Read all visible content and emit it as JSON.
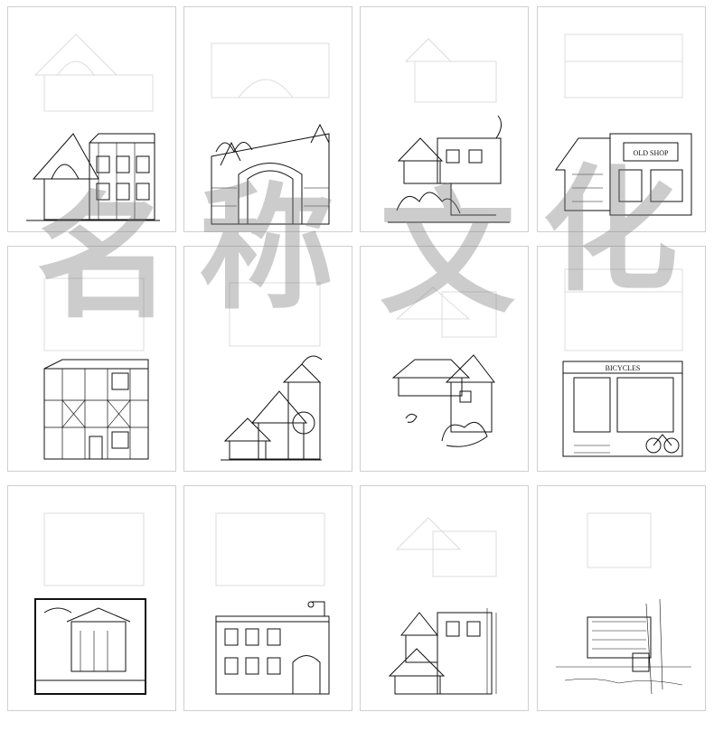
{
  "colors": {
    "ink": "#111111",
    "ghost": "#dcdcdc",
    "card_border": "#cfcfcf",
    "watermark": "#7a7a7a"
  },
  "watermark": {
    "glyphs": [
      "名",
      "称",
      "文",
      "化"
    ]
  },
  "cards": [
    {
      "subject": "gothic-gable-house"
    },
    {
      "subject": "stone-arch-doorway"
    },
    {
      "subject": "cottage-with-trees"
    },
    {
      "subject": "corner-shop"
    },
    {
      "subject": "half-timbered-house"
    },
    {
      "subject": "hillside-village"
    },
    {
      "subject": "rooftops-with-shrubs"
    },
    {
      "subject": "bicycle-shopfront"
    },
    {
      "subject": "framed-porch-house"
    },
    {
      "subject": "townhouse-with-lamp"
    },
    {
      "subject": "gabled-villa"
    },
    {
      "subject": "small-barn"
    }
  ],
  "shop_signs": {
    "corner_shop": "OLD SHOP",
    "bicycle_shop": "BICYCLES"
  }
}
